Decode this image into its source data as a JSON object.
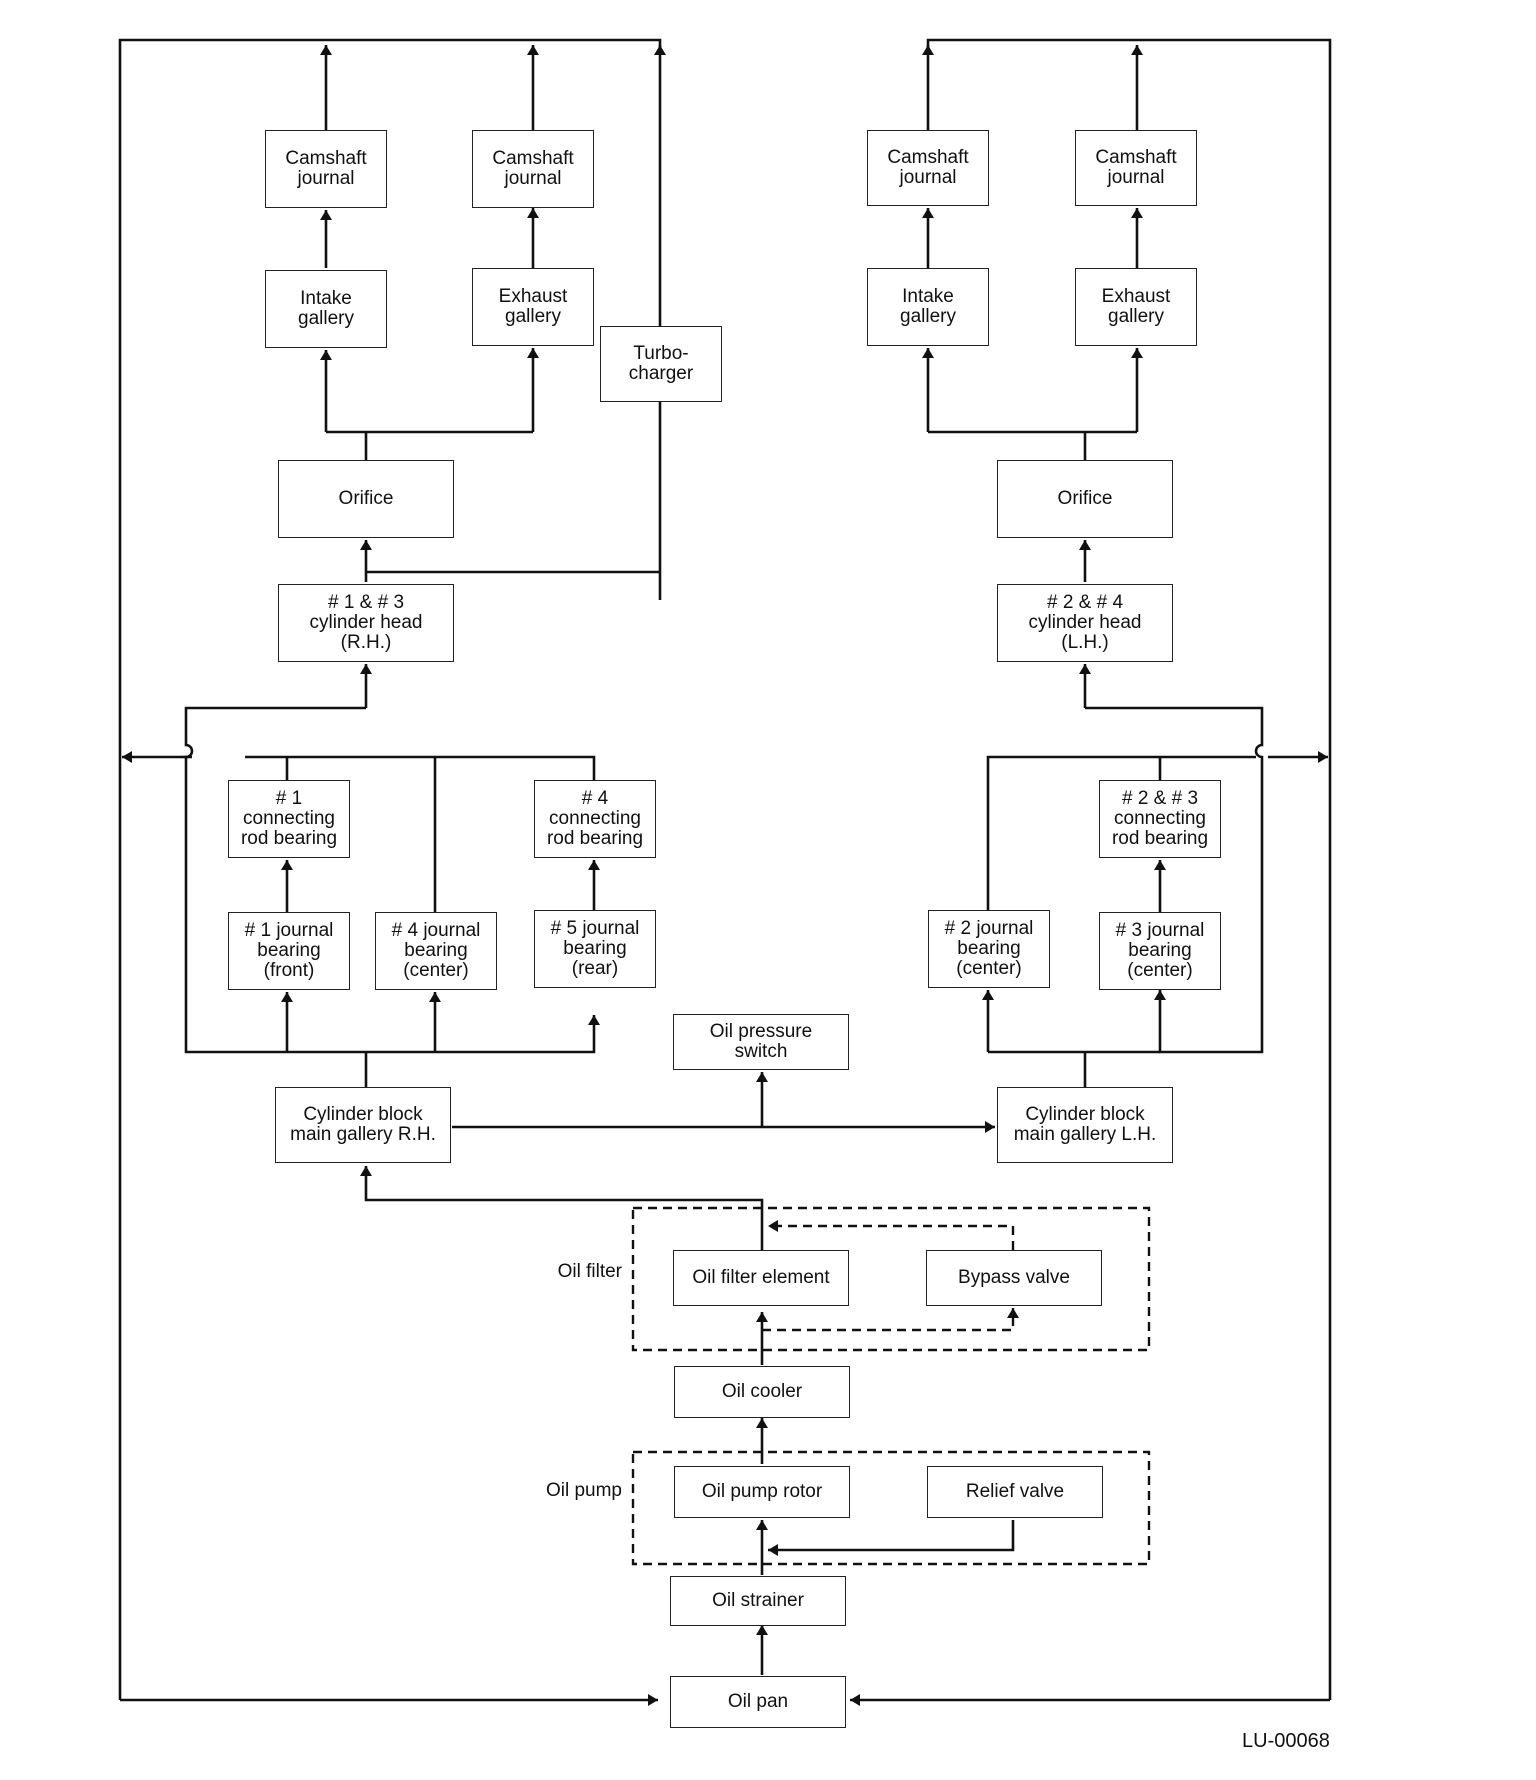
{
  "nodes": {
    "cam_rh_intake": "Camshaft\njournal",
    "cam_rh_exhaust": "Camshaft\njournal",
    "cam_lh_intake": "Camshaft\njournal",
    "cam_lh_exhaust": "Camshaft\njournal",
    "intake_rh": "Intake\ngallery",
    "exhaust_rh": "Exhaust\ngallery",
    "intake_lh": "Intake\ngallery",
    "exhaust_lh": "Exhaust\ngallery",
    "turbo": "Turbo-\ncharger",
    "orifice_rh": "Orifice",
    "orifice_lh": "Orifice",
    "head_rh": "# 1 & # 3\ncylinder head\n(R.H.)",
    "head_lh": "# 2 & # 4\ncylinder head\n(L.H.)",
    "rod1": "# 1\nconnecting\nrod bearing",
    "rod4": "# 4\nconnecting\nrod bearing",
    "rod23": "# 2 & # 3\nconnecting\nrod bearing",
    "journal1": "# 1 journal\nbearing\n(front)",
    "journal4": "# 4 journal\nbearing\n(center)",
    "journal5": "# 5 journal\nbearing\n(rear)",
    "journal2": "# 2 journal\nbearing\n(center)",
    "journal3": "# 3 journal\nbearing\n(center)",
    "oil_pressure": "Oil pressure\nswitch",
    "gallery_rh": "Cylinder block\nmain gallery R.H.",
    "gallery_lh": "Cylinder block\nmain gallery L.H.",
    "filter_element": "Oil filter element",
    "bypass": "Bypass valve",
    "cooler": "Oil cooler",
    "pump_rotor": "Oil pump rotor",
    "relief": "Relief valve",
    "strainer": "Oil strainer",
    "oil_pan": "Oil pan"
  },
  "group_labels": {
    "oil_filter": "Oil filter",
    "oil_pump": "Oil pump"
  },
  "figure_code": "LU-00068"
}
